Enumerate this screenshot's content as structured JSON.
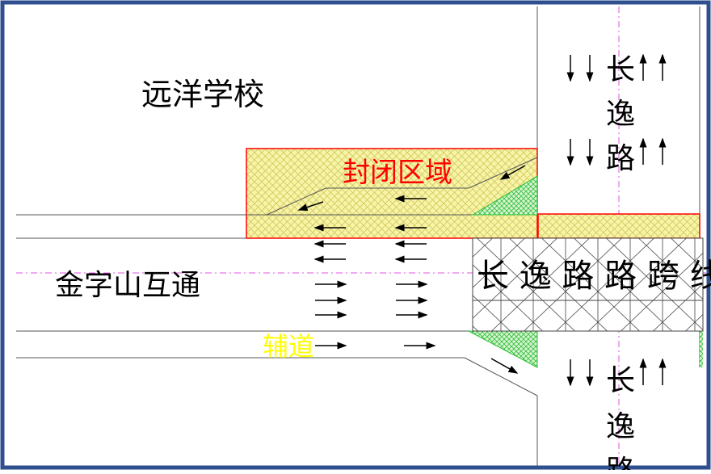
{
  "labels": {
    "school": "远洋学校",
    "changyi_road_top": [
      "长",
      "逸",
      "路"
    ],
    "closed_area": "封闭区域",
    "interchange": "金字山互通",
    "bridge": "长 逸 路 路 跨 线",
    "service_road": "辅道",
    "changyi_road_bottom": [
      "长",
      "逸",
      "路"
    ]
  },
  "colors": {
    "frame": "#2f4f8f",
    "closed_area_border": "#ff0000",
    "closed_area_fill": "#f5f19a",
    "closed_area_label": "#ff0000",
    "green_hatch": "#2fbf3a",
    "service_road_label": "#ffff00",
    "centerline": "#e056e0",
    "road_line": "#555555",
    "arrow": "#000000"
  }
}
